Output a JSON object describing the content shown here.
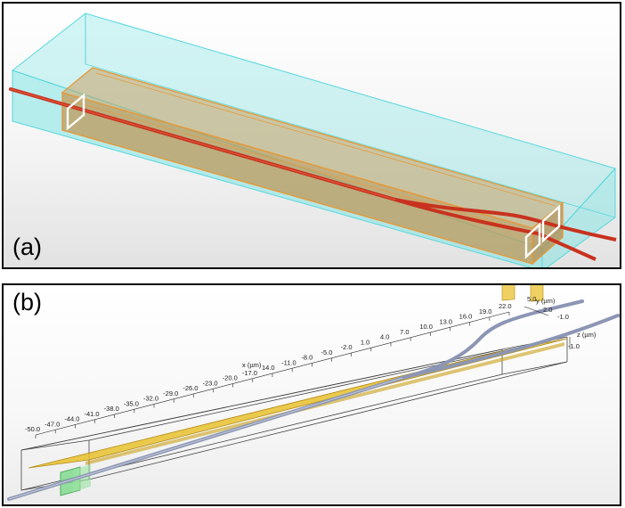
{
  "panels": {
    "a": {
      "label": "(a)"
    },
    "b": {
      "label": "(b)"
    }
  },
  "axes": {
    "x_title": "x (µm)",
    "x_ticks": [
      "-50.0",
      "-47.0",
      "-44.0",
      "-41.0",
      "-38.0",
      "-35.0",
      "-32.0",
      "-29.0",
      "-26.0",
      "-23.0",
      "-20.0",
      "-17.0",
      "14.0",
      "-11.0",
      "-8.0",
      "-5.0",
      "-2.0",
      "1.0",
      "4.0",
      "7.0",
      "10.0",
      "13.0",
      "16.0",
      "19.0",
      "22.0"
    ],
    "y_title": "y (µm)",
    "y_ticks": [
      "5.0",
      "2.0",
      "-1.0"
    ],
    "z_title": "z (µm)",
    "z_ticks": [
      "-1.0"
    ]
  },
  "colors": {
    "simulation_box": "#7fe3e3",
    "substrate_a": "#c9a468",
    "waveguide_a": "#c8321e",
    "substrate_b": "#e8c12e",
    "waveguide_b": "#8c96b4",
    "port_b": "#7ad98a"
  }
}
